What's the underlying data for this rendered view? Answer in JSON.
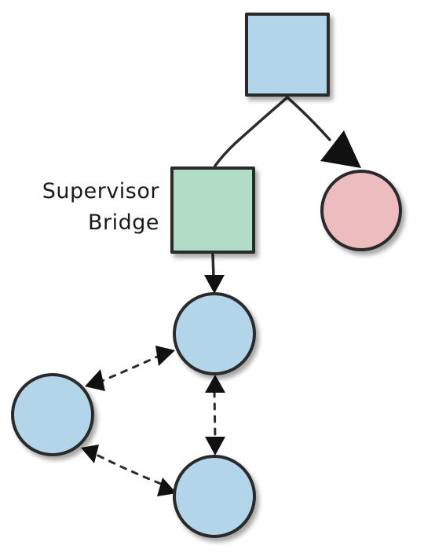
{
  "nodes": [
    {
      "id": "top-square",
      "shape": "square",
      "color": "#b3d5ea"
    },
    {
      "id": "supervisor-bridge",
      "shape": "square",
      "color": "#b0dcc6",
      "label_lines": [
        "Supervisor",
        "Bridge"
      ]
    },
    {
      "id": "red-circle",
      "shape": "circle",
      "color": "#ecbcbf"
    },
    {
      "id": "blue-circle-top",
      "shape": "circle",
      "color": "#b3d5ea"
    },
    {
      "id": "blue-circle-left",
      "shape": "circle",
      "color": "#b3d5ea"
    },
    {
      "id": "blue-circle-bottom",
      "shape": "circle",
      "color": "#b3d5ea"
    }
  ],
  "edges": [
    {
      "from": "top-square",
      "to": "supervisor-bridge",
      "style": "solid",
      "arrow": "none"
    },
    {
      "from": "top-square",
      "to": "red-circle",
      "style": "solid",
      "arrow": "end"
    },
    {
      "from": "supervisor-bridge",
      "to": "blue-circle-top",
      "style": "solid",
      "arrow": "end"
    },
    {
      "from": "blue-circle-top",
      "to": "blue-circle-left",
      "style": "dashed",
      "arrow": "both"
    },
    {
      "from": "blue-circle-top",
      "to": "blue-circle-bottom",
      "style": "dashed",
      "arrow": "both"
    },
    {
      "from": "blue-circle-left",
      "to": "blue-circle-bottom",
      "style": "dashed",
      "arrow": "both"
    }
  ],
  "colors": {
    "outline": "#2b2b2b",
    "arrow": "#111111"
  }
}
